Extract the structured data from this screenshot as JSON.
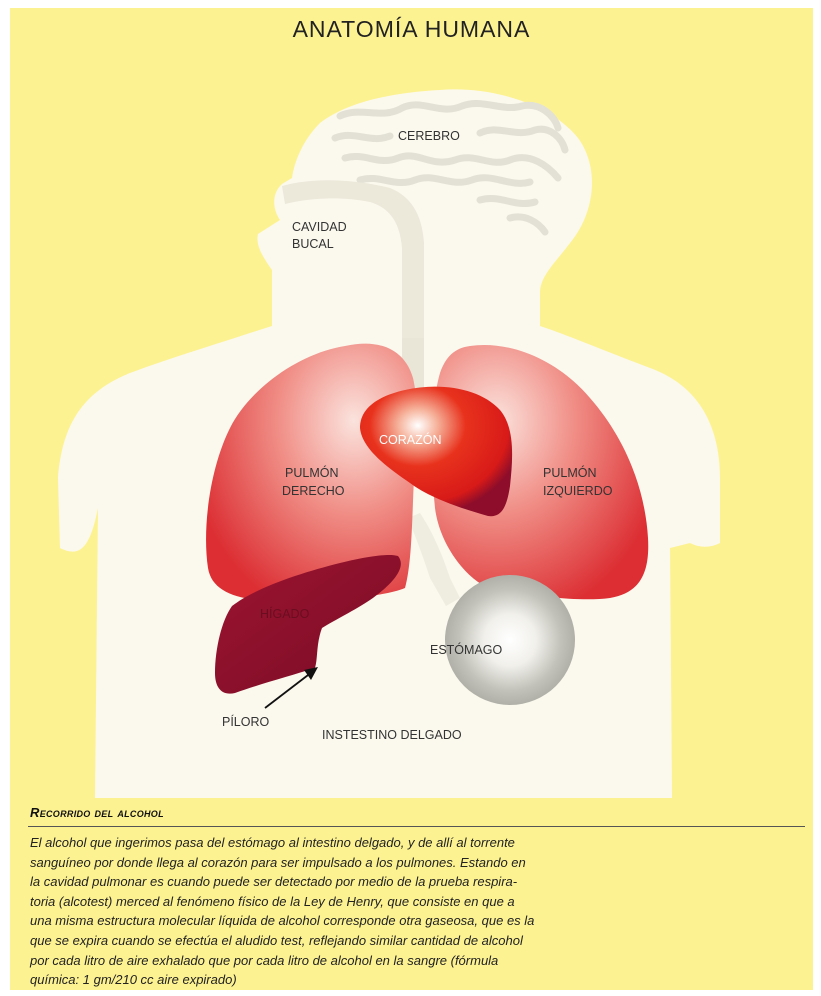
{
  "title": "ANATOMÍA HUMANA",
  "labels": {
    "cerebro": "CEREBRO",
    "cavidad_bucal_1": "CAVIDAD",
    "cavidad_bucal_2": "BUCAL",
    "corazon": "CORAZÓN",
    "pulmon_derecho_1": "PULMÓN",
    "pulmon_derecho_2": "DERECHO",
    "pulmon_izquierdo_1": "PULMÓN",
    "pulmon_izquierdo_2": "IZQUIERDO",
    "higado": "HÍGADO",
    "estomago": "ESTÓMAGO",
    "piloro": "PÍLORO",
    "intestino": "INSTESTINO DELGADO"
  },
  "section": {
    "heading": "Recorrido del alcohol",
    "lines": [
      "El alcohol que ingerimos pasa del estómago al intestino delgado, y de allí al torrente",
      "sanguíneo por donde llega al corazón para ser impulsado a los pulmones. Estando en",
      "la cavidad pulmonar es cuando puede ser detectado por medio de la prueba respira-",
      "toria (alcotest) merced al fenómeno físico de la Ley de Henry, que consiste en que a",
      "una misma estructura molecular líquida de alcohol corresponde otra gaseosa, que es la",
      "que se expira cuando se efectúa el aludido test, reflejando similar cantidad de alcohol",
      "por cada litro de aire exhalado que por cada litro de alcohol en la sangre (fórmula",
      "química: 1 gm/210 cc aire expirado)"
    ]
  },
  "colors": {
    "background": "#fdf292",
    "silhouette": "#fbf9ee",
    "lung": "#e0393e",
    "heart": "#e4221b",
    "liver": "#8a0f2b",
    "stomach": "#b9b9b1"
  }
}
